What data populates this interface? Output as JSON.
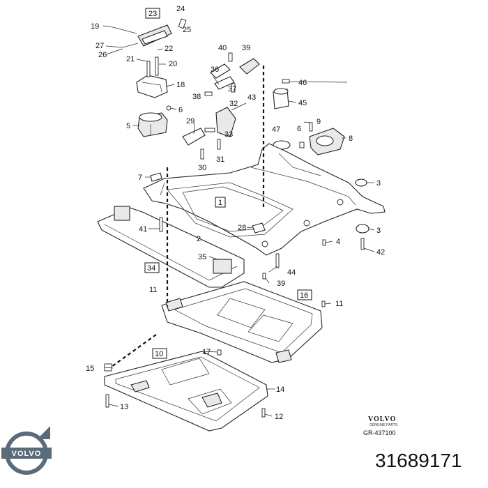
{
  "callouts": {
    "n1": "1",
    "n2": "2",
    "n3a": "3",
    "n3b": "3",
    "n4": "4",
    "n5": "5",
    "n6a": "6",
    "n6b": "6",
    "n7": "7",
    "n8": "8",
    "n9": "9",
    "n10": "10",
    "n11a": "11",
    "n11b": "11",
    "n12": "12",
    "n13": "13",
    "n14": "14",
    "n15": "15",
    "n16": "16",
    "n17": "17",
    "n18": "18",
    "n19": "19",
    "n20": "20",
    "n21": "21",
    "n22": "22",
    "n23": "23",
    "n24": "24",
    "n25": "25",
    "n26": "26",
    "n27": "27",
    "n28": "28",
    "n29": "29",
    "n30": "30",
    "n31": "31",
    "n32": "32",
    "n33": "33",
    "n34": "34",
    "n35": "35",
    "n36": "36",
    "n37": "37",
    "n38": "38",
    "n39a": "39",
    "n39b": "39",
    "n40": "40",
    "n41": "41",
    "n42": "42",
    "n43": "43",
    "n44": "44",
    "n45": "45",
    "n46": "46",
    "n47": "47"
  },
  "footer": {
    "brand_name": "VOLVO",
    "brand_sub": "GENUINE PARTS",
    "diagram_ref": "GR-437100",
    "part_number": "31689171"
  },
  "logo": {
    "text": "VOLVO",
    "color": "#5a6b7a"
  },
  "colors": {
    "line": "#222222",
    "fill": "#ffffff",
    "shade": "#e9e9e9"
  }
}
